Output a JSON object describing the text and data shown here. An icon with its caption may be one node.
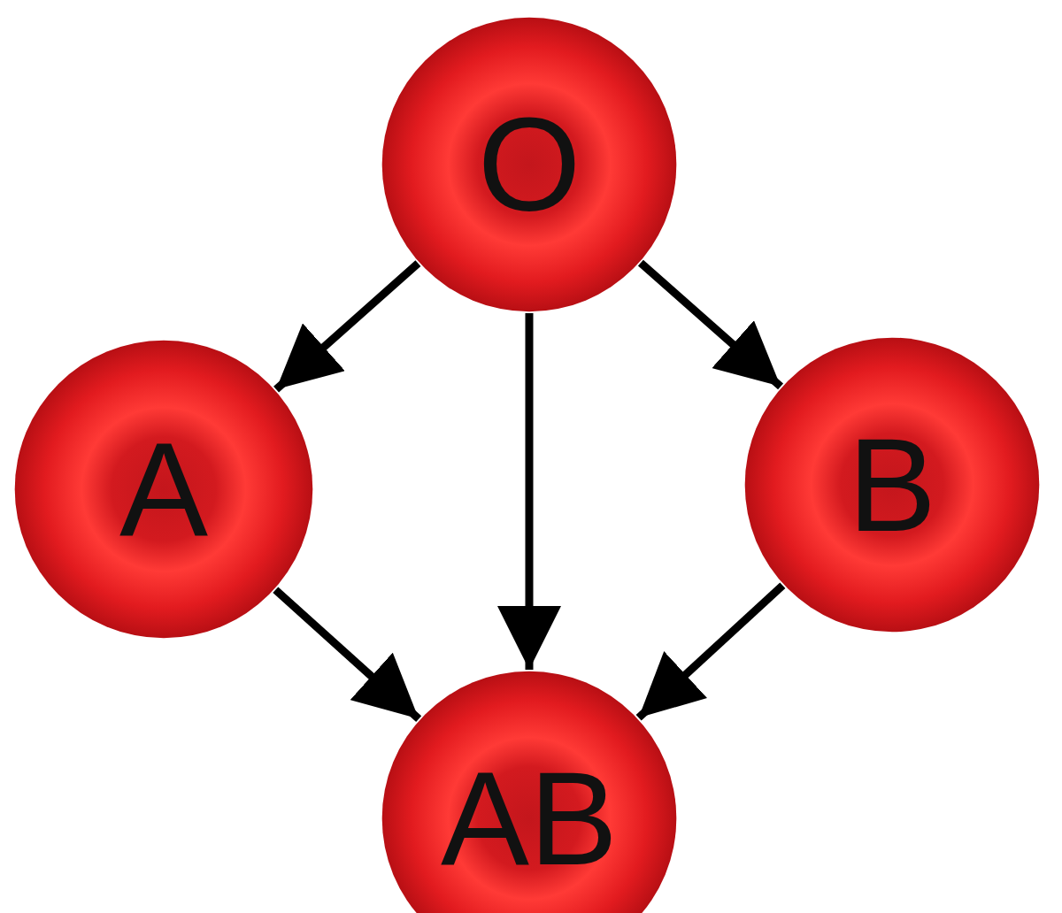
{
  "diagram": {
    "nodes": [
      {
        "text": [
          "O"
        ]
      },
      {
        "text": [
          "A"
        ]
      },
      {
        "text": [
          "B"
        ]
      },
      {
        "text": [
          "AB"
        ]
      }
    ],
    "edges": [
      {
        "from": 0,
        "to": 1,
        "arrow": "to"
      },
      {
        "from": 0,
        "to": 3,
        "arrow": "to"
      },
      {
        "from": 0,
        "to": 2,
        "arrow": "to"
      },
      {
        "from": 1,
        "to": 3,
        "arrow": "to"
      },
      {
        "from": 2,
        "to": 3,
        "arrow": "to"
      }
    ]
  }
}
